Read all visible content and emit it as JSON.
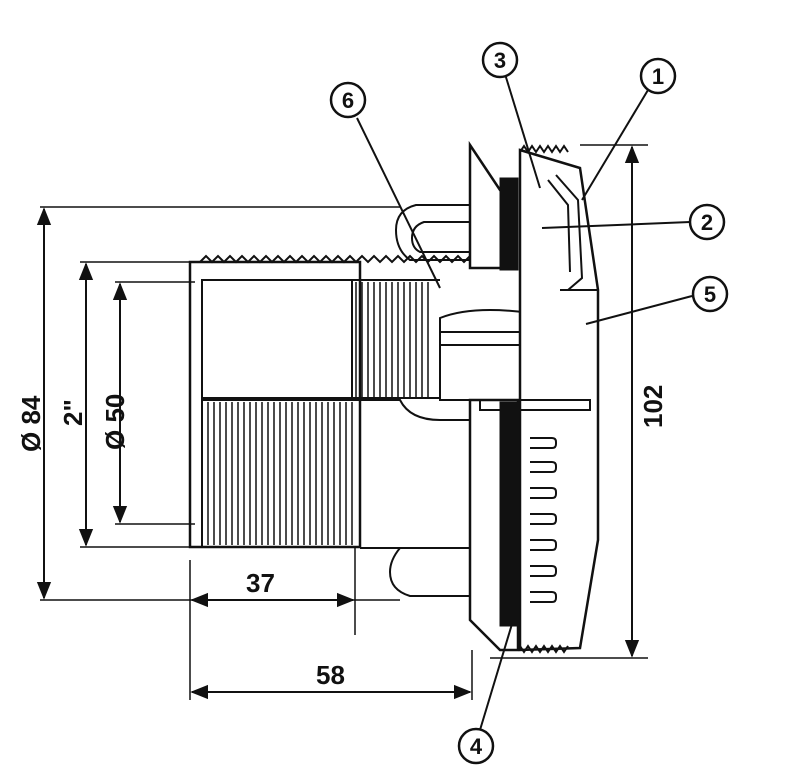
{
  "dimensions": {
    "d84": "Ø 84",
    "d2in": "2\"",
    "d50": "Ø 50",
    "d37": "37",
    "d58": "58",
    "d102": "102"
  },
  "callouts": [
    "1",
    "2",
    "3",
    "4",
    "5",
    "6"
  ],
  "colors": {
    "ink": "#111111",
    "paper": "#ffffff"
  }
}
